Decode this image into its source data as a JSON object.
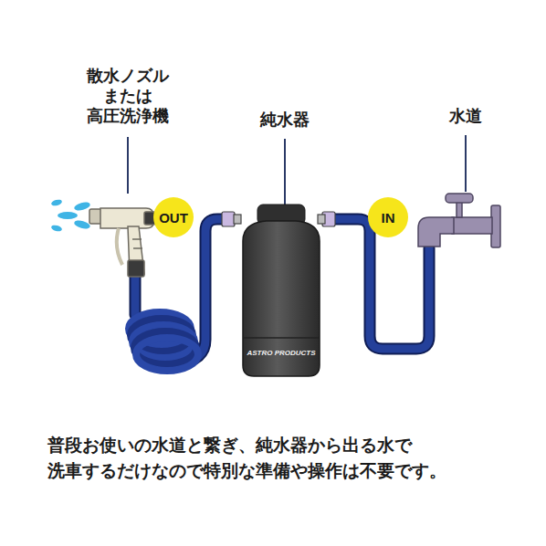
{
  "diagram": {
    "caption": "普段お使いの水道と繋ぎ、純水器から出る水で 洗車するだけなので特別な準備や操作は不要です。",
    "nodes": [
      {
        "text": [
          "OUT"
        ]
      },
      {
        "text": [
          "ASTRO PRODUCTS"
        ]
      },
      {
        "text": [
          "IN"
        ]
      }
    ],
    "labels": [
      "散水ノズル または 高圧洗浄機",
      "純水器",
      "水道"
    ]
  }
}
